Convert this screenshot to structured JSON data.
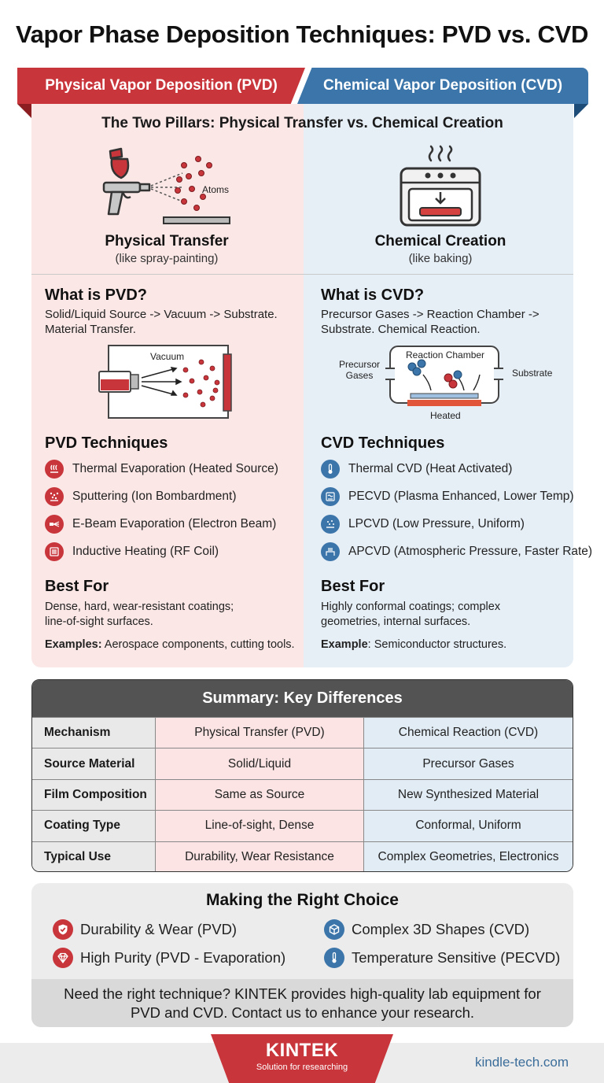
{
  "title": "Vapor Phase Deposition Techniques: PVD vs. CVD",
  "pvd": {
    "header": "Physical Vapor Deposition (PVD)",
    "pillar_title": "Physical Transfer",
    "pillar_sub": "(like spray-painting)",
    "atoms_label": "Atoms",
    "what_title": "What is PVD?",
    "what_text": "Solid/Liquid Source -> Vacuum -> Substrate. Material Transfer.",
    "vacuum_label": "Vacuum",
    "tech_title": "PVD Techniques",
    "techniques": [
      {
        "label": "Thermal Evaporation (Heated Source)",
        "icon": "heat-waves-icon"
      },
      {
        "label": "Sputtering (Ion Bombardment)",
        "icon": "sputter-icon"
      },
      {
        "label": "E-Beam Evaporation (Electron Beam)",
        "icon": "beam-icon"
      },
      {
        "label": "Inductive Heating (RF Coil)",
        "icon": "coil-icon"
      }
    ],
    "best_title": "Best For",
    "best_text": "Dense, hard, wear-resistant coatings; line-of-sight surfaces.",
    "example_label": "Examples:",
    "example_text": " Aerospace components, cutting tools."
  },
  "cvd": {
    "header": "Chemical Vapor Deposition (CVD)",
    "pillar_title": "Chemical Creation",
    "pillar_sub": "(like baking)",
    "what_title": "What is CVD?",
    "what_text": "Precursor Gases -> Reaction Chamber -> Substrate. Chemical Reaction.",
    "chamber_label": "Reaction Chamber",
    "precursor_label_1": "Precursor",
    "precursor_label_2": "Gases",
    "substrate_label": "Substrate",
    "heated_label": "Heated",
    "tech_title": "CVD Techniques",
    "techniques": [
      {
        "label": "Thermal CVD (Heat Activated)",
        "icon": "thermometer-icon"
      },
      {
        "label": "PECVD (Plasma Enhanced, Lower Temp)",
        "icon": "plasma-icon"
      },
      {
        "label": "LPCVD (Low Pressure, Uniform)",
        "icon": "low-pressure-icon"
      },
      {
        "label": "APCVD (Atmospheric Pressure, Faster Rate)",
        "icon": "atmosphere-icon"
      }
    ],
    "best_title": "Best For",
    "best_text": "Highly conformal coatings; complex geometries, internal surfaces.",
    "example_label": "Example",
    "example_text": ": Semiconductor structures."
  },
  "pillars_title": "The Two Pillars: Physical Transfer vs. Chemical Creation",
  "summary": {
    "title": "Summary: Key Differences",
    "rows": [
      [
        "Mechanism",
        "Physical Transfer (PVD)",
        "Chemical Reaction (CVD)"
      ],
      [
        "Source Material",
        "Solid/Liquid",
        "Precursor Gases"
      ],
      [
        "Film Composition",
        "Same as Source",
        "New Synthesized Material"
      ],
      [
        "Coating Type",
        "Line-of-sight, Dense",
        "Conformal, Uniform"
      ],
      [
        "Typical Use",
        "Durability, Wear Resistance",
        "Complex Geometries, Electronics"
      ]
    ]
  },
  "choice": {
    "title": "Making the Right Choice",
    "items": [
      {
        "label": "Durability & Wear (PVD)",
        "icon": "shield-check-icon"
      },
      {
        "label": "Complex 3D Shapes (CVD)",
        "icon": "cube-icon"
      },
      {
        "label": "High Purity (PVD - Evaporation)",
        "icon": "diamond-icon"
      },
      {
        "label": "Temperature Sensitive (PECVD)",
        "icon": "thermometer-icon"
      }
    ],
    "cta_line1": "Need the right technique? KINTEK provides high-quality lab equipment for",
    "cta_line2": "PVD and CVD. Contact us to enhance your research."
  },
  "footer": {
    "brand": "KINTEK",
    "tagline": "Solution for researching",
    "website": "kindle-tech.com"
  },
  "colors": {
    "pvd_red": "#c8353b",
    "cvd_blue": "#3b75aa",
    "pvd_bg": "#fbe7e6",
    "cvd_bg": "#e6eef6"
  }
}
